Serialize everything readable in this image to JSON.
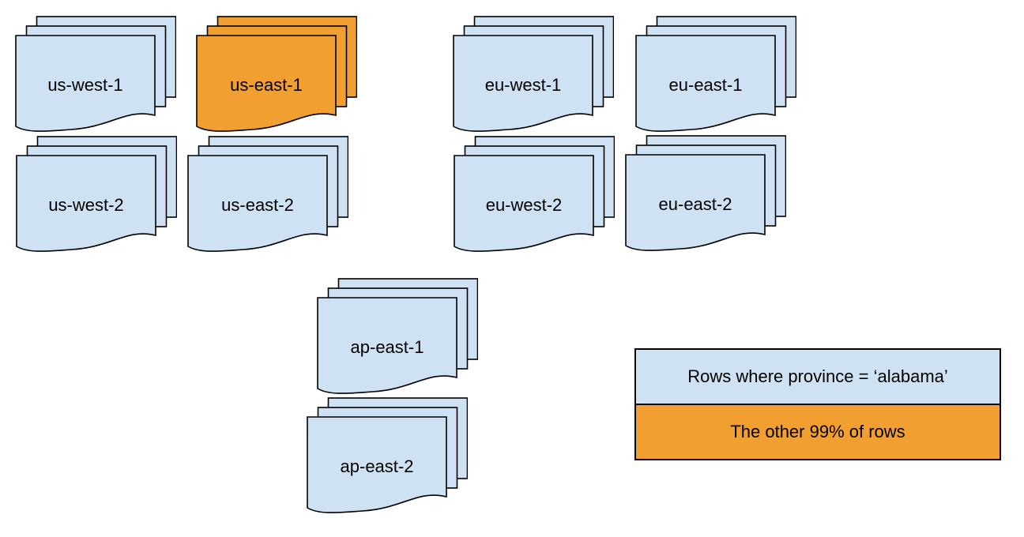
{
  "diagram": {
    "description_colors_note": "region document stacks",
    "colors": {
      "default": "#cfe2f3",
      "highlight": "#f19f31",
      "outline": "#000000",
      "text": "#000000",
      "background": "#ffffff"
    },
    "stacks": [
      {
        "label": "us-west-1",
        "variant": "default"
      },
      {
        "label": "us-east-1",
        "variant": "highlight"
      },
      {
        "label": "eu-west-1",
        "variant": "default"
      },
      {
        "label": "eu-east-1",
        "variant": "default"
      },
      {
        "label": "us-west-2",
        "variant": "default"
      },
      {
        "label": "us-east-2",
        "variant": "default"
      },
      {
        "label": "eu-west-2",
        "variant": "default"
      },
      {
        "label": "eu-east-2",
        "variant": "default"
      },
      {
        "label": "ap-east-1",
        "variant": "default"
      },
      {
        "label": "ap-east-2",
        "variant": "default"
      }
    ],
    "legend": {
      "items": [
        {
          "label": "Rows where province = ‘alabama’",
          "color_key": "default"
        },
        {
          "label": "The other 99% of rows",
          "color_key": "highlight"
        }
      ]
    }
  }
}
